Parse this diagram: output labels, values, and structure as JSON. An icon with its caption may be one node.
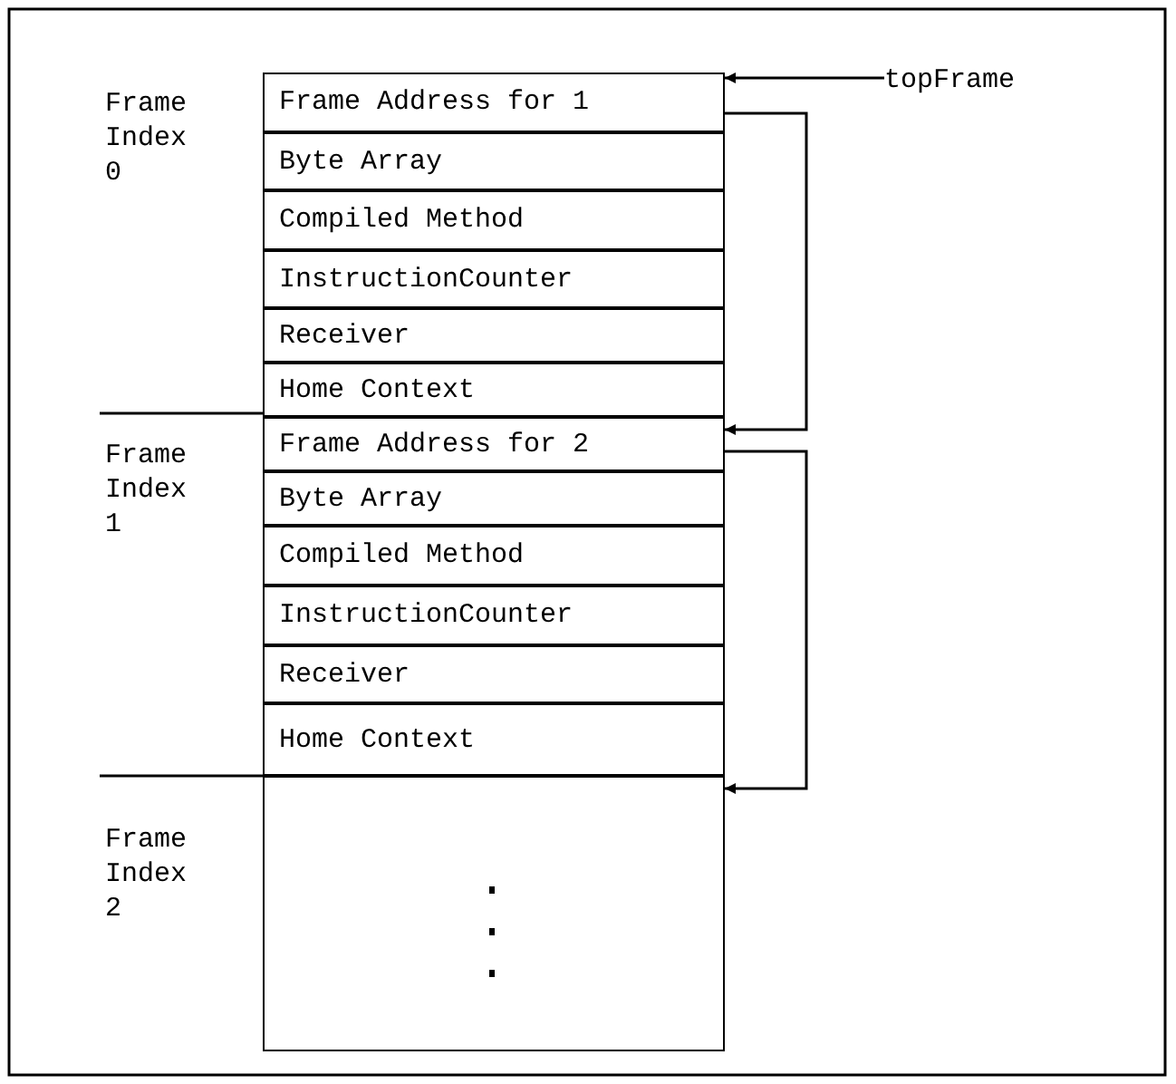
{
  "diagram": {
    "nodes": [
      {
        "text": [
          "topFrame"
        ]
      },
      {
        "text": [
          "Frame Address for 1"
        ]
      },
      {
        "text": [
          "Byte Array"
        ]
      },
      {
        "text": [
          "Compiled Method"
        ]
      },
      {
        "text": [
          "InstructionCounter"
        ]
      },
      {
        "text": [
          "Receiver"
        ]
      },
      {
        "text": [
          "Home Context"
        ]
      },
      {
        "text": [
          "Frame Address for 2"
        ]
      },
      {
        "text": [
          "Byte Array"
        ]
      },
      {
        "text": [
          "Compiled Method"
        ]
      },
      {
        "text": [
          "InstructionCounter"
        ]
      },
      {
        "text": [
          "Receiver"
        ]
      },
      {
        "text": [
          "Home Context"
        ]
      },
      {
        "text": [],
        "shape": "box"
      }
    ],
    "edges": [
      {
        "from": 0,
        "to": 1,
        "arrow": "to"
      },
      {
        "from": 1,
        "to": 7,
        "arrow": "to"
      },
      {
        "from": 7,
        "to": 13,
        "arrow": "to"
      }
    ],
    "labels": [
      "Frame Index 0",
      "Frame Index 1",
      "Frame Index 2"
    ]
  }
}
